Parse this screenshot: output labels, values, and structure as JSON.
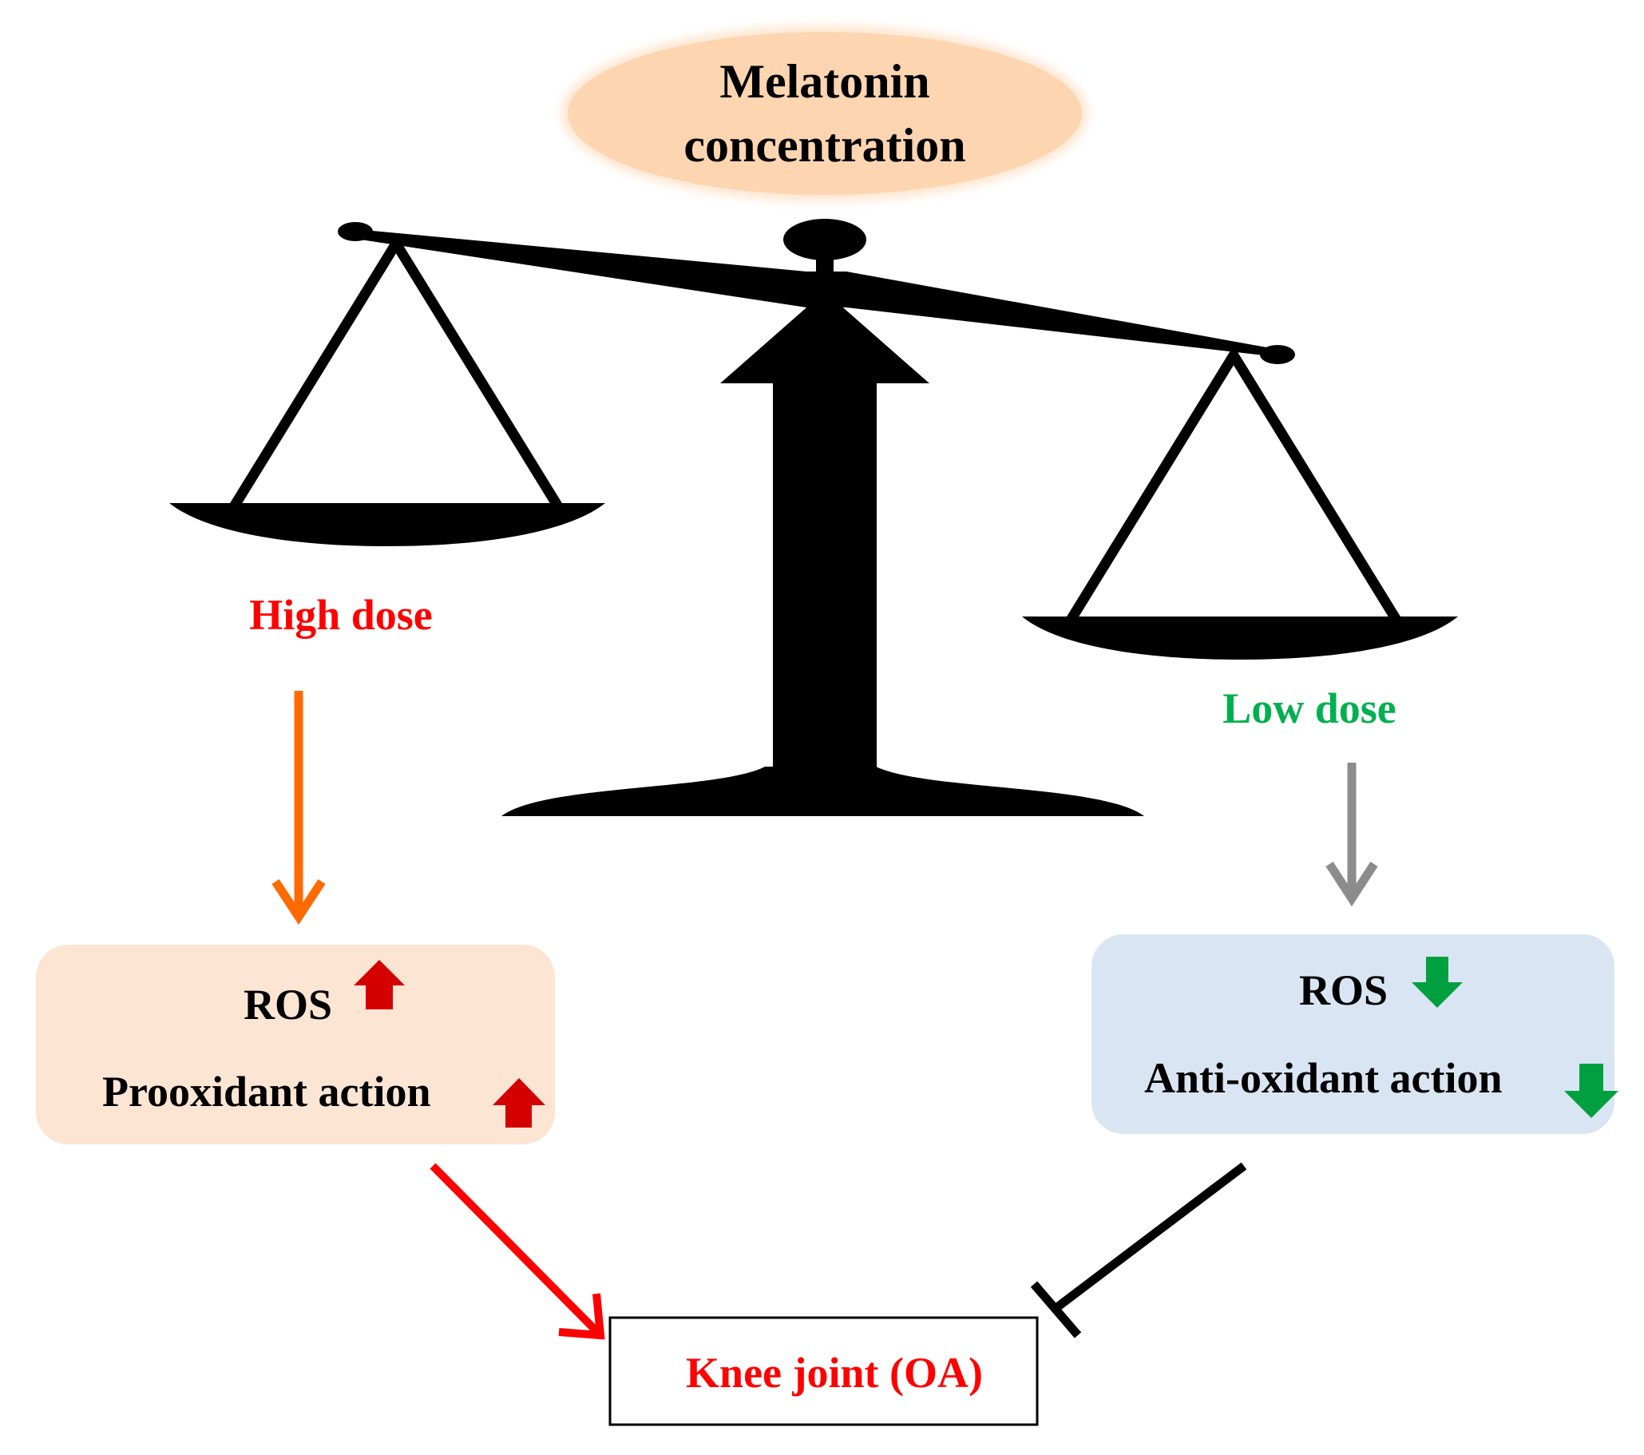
{
  "title": {
    "line1": "Melatonin",
    "line2": "concentration"
  },
  "left": {
    "dose_label": "High dose",
    "box_line1": "ROS",
    "box_line2": "Prooxidant action"
  },
  "right": {
    "dose_label": "Low dose",
    "box_line1": "ROS",
    "box_line2": "Anti-oxidant action"
  },
  "outcome": {
    "label": "Knee joint (OA)"
  },
  "colors": {
    "title_fill": "#FDD5B1",
    "left_box_fill": "#FDE5D4",
    "right_box_fill": "#D9E5F2",
    "high_dose_text": "#FF0000",
    "low_dose_text": "#00B050",
    "outcome_text": "#FF0000",
    "orange_arrow": "#FF6A00",
    "gray_arrow": "#8C8C8C",
    "red_arrow": "#FF0000",
    "up_arrow": "#D40000",
    "down_arrow": "#00A040",
    "scale": "#000000"
  },
  "icons": {
    "increase": "up-arrow-icon",
    "decrease": "down-arrow-icon",
    "activates": "activation-arrow",
    "inhibits": "inhibition-t-bar"
  }
}
